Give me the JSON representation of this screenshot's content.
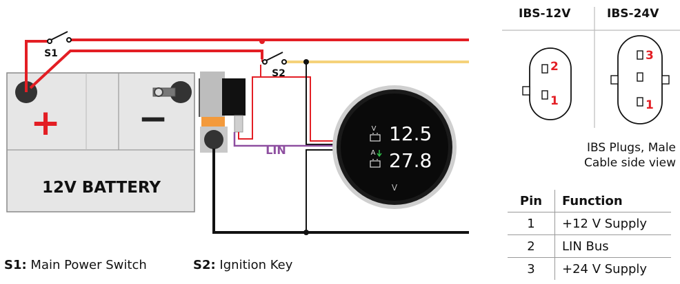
{
  "wiring": {
    "switch_s1": "S1",
    "switch_s2": "S2",
    "battery_label": "12V BATTERY",
    "plus_sign": "+",
    "minus_sign": "−",
    "lin_label": "LIN",
    "colors": {
      "supply": "#e31e24",
      "ignition": "#f5d27a",
      "ground": "#111111",
      "lin": "#8e4fa0",
      "battery_fill": "#e6e6e6",
      "plug_number": "#e31e24"
    }
  },
  "display": {
    "volt_unit": "V",
    "volt_value": "12.5",
    "amp_unit": "A",
    "amp_value": "27.8",
    "logo": "V"
  },
  "legend": {
    "s1_key": "S1:",
    "s1_desc": "Main Power Switch",
    "s2_key": "S2:",
    "s2_desc": "Ignition Key"
  },
  "plugs": {
    "ibs12_title": "IBS-12V",
    "ibs24_title": "IBS-24V",
    "ibs12_pins": [
      "2",
      "1"
    ],
    "ibs24_pins": [
      "3",
      "1"
    ],
    "note_line1": "IBS Plugs, Male",
    "note_line2": "Cable side view"
  },
  "pin_table": {
    "headers": [
      "Pin",
      "Function"
    ],
    "rows": [
      {
        "pin": "1",
        "function": "+12 V Supply"
      },
      {
        "pin": "2",
        "function": "LIN Bus"
      },
      {
        "pin": "3",
        "function": "+24 V Supply"
      }
    ]
  }
}
